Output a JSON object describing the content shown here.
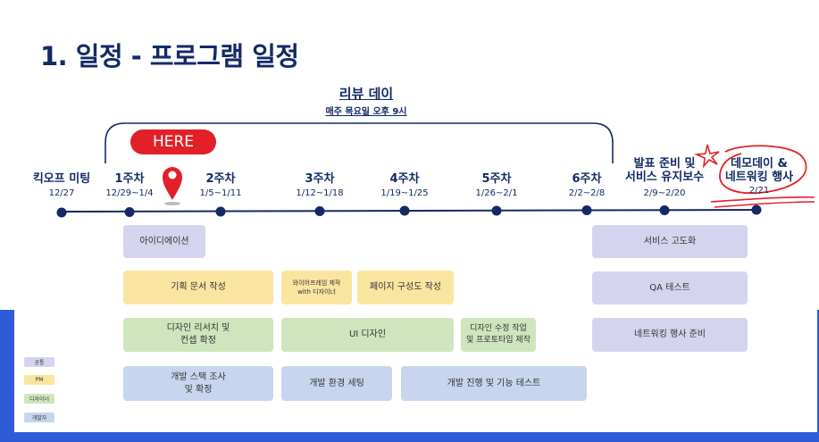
{
  "page": {
    "title": "1. 일정 - 프로그램 일정",
    "review_title": "리뷰 데이",
    "review_subtitle": "매주 목요일 오후 9시",
    "here_label": "HERE"
  },
  "colors": {
    "title": "#142a66",
    "band": "#2f5bd9",
    "here": "#e32029",
    "annotation": "#e32029",
    "공통": "#d5d4ee",
    "PM": "#fae5a0",
    "디자이너": "#cfe5be",
    "개발자": "#c7d6ee"
  },
  "milestones": [
    {
      "label": "킥오프 미팅",
      "date": "12/27"
    },
    {
      "label": "1주차",
      "date": "12/29~1/4"
    },
    {
      "label": "2주차",
      "date": "1/5~1/11"
    },
    {
      "label": "3주차",
      "date": "1/12~1/18"
    },
    {
      "label": "4주차",
      "date": "1/19~1/25"
    },
    {
      "label": "5주차",
      "date": "1/26~2/1"
    },
    {
      "label": "6주차",
      "date": "2/2~2/8"
    },
    {
      "label": "발표 준비 및\n서비스 유지보수",
      "date": "2/9~2/20"
    },
    {
      "label": "데모데이 &\n네트워킹 행사",
      "date": "2/21"
    }
  ],
  "tasks": {
    "ideation": "아이디에이션",
    "planning_doc": "기획 문서 작성",
    "wireframe": "와이어프레임 제작\nwith 디자이너",
    "page_structure": "페이지 구성도 작성",
    "design_research": "디자인 리서치 및\n컨셉 확정",
    "ui_design": "UI 디자인",
    "design_revision": "디자인 수정 작업\n및 프로토타입 제작",
    "stack_research": "개발 스택 조사\n및 확정",
    "env_setup": "개발 환경 세팅",
    "dev_test": "개발 진행 및 기능 테스트",
    "service_upgrade": "서비스 고도화",
    "qa_test": "QA 테스트",
    "networking_prep": "네트워킹 행사 준비"
  },
  "legend": [
    "공통",
    "PM",
    "디자이너",
    "개발자"
  ],
  "icons": {
    "pin": "location-pin-icon",
    "star": "star-doodle-icon"
  }
}
